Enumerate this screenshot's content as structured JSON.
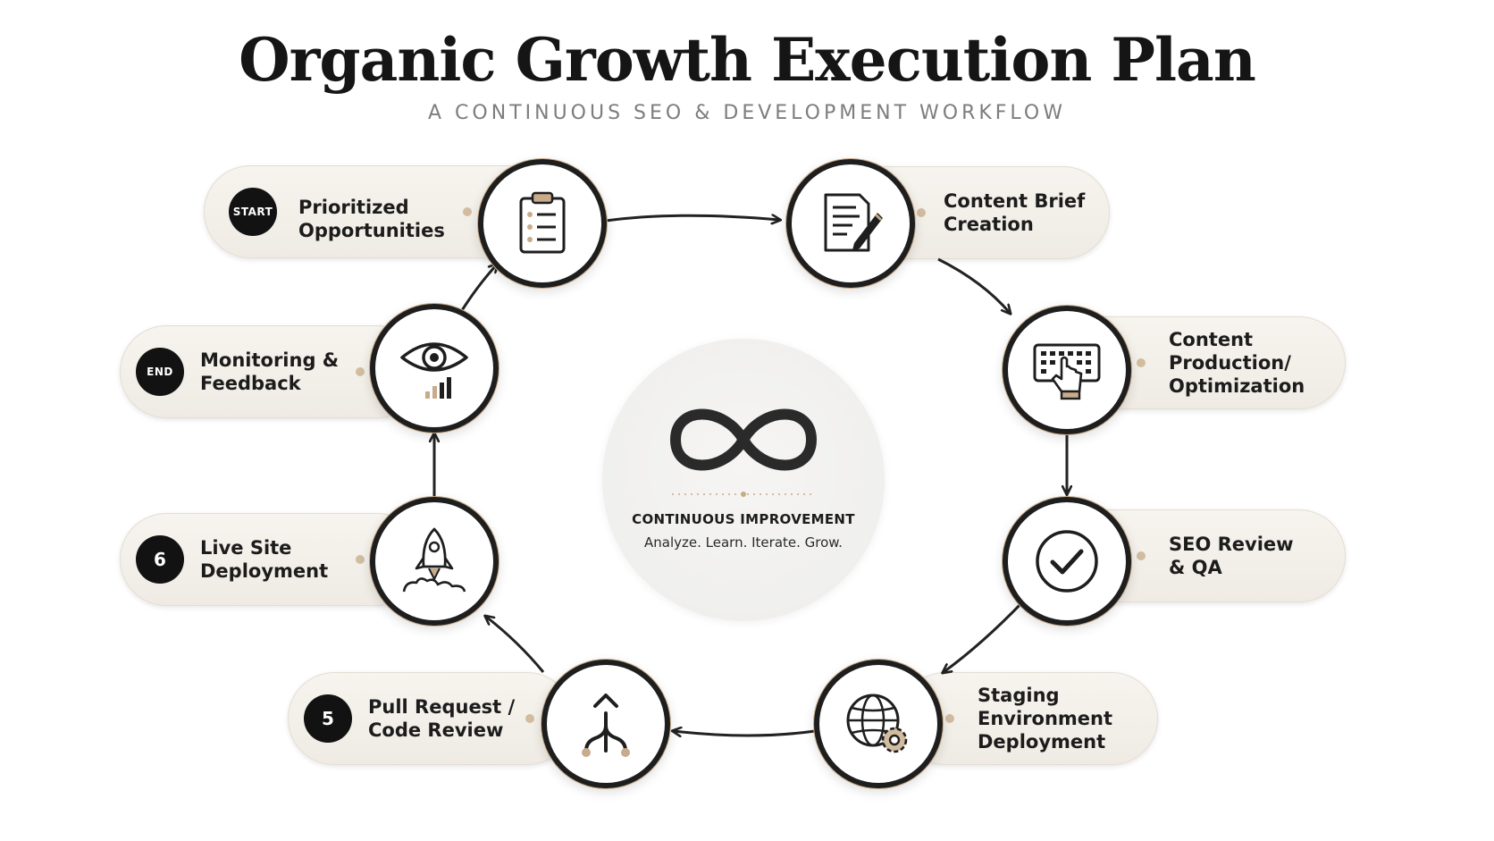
{
  "header": {
    "title": "Organic Growth Execution Plan",
    "subtitle": "A CONTINUOUS SEO & DEVELOPMENT WORKFLOW"
  },
  "center": {
    "icon": "infinity-icon",
    "title": "CONTINUOUS IMPROVEMENT",
    "subtitle": "Analyze. Learn. Iterate. Grow."
  },
  "steps": [
    {
      "badge": "START",
      "label": "Prioritized\nOpportunities",
      "icon": "clipboard-checklist-icon"
    },
    {
      "badge": "",
      "label": "Content Brief\nCreation",
      "icon": "document-pencil-icon"
    },
    {
      "badge": "",
      "label": "Content\nProduction/\nOptimization",
      "icon": "keyboard-hand-icon"
    },
    {
      "badge": "",
      "label": "SEO Review\n& QA",
      "icon": "checkmark-circle-icon"
    },
    {
      "badge": "",
      "label": "Staging\nEnvironment\nDeployment",
      "icon": "globe-gear-icon"
    },
    {
      "badge": "5",
      "label": "Pull Request /\nCode Review",
      "icon": "merge-arrows-icon"
    },
    {
      "badge": "6",
      "label": "Live Site\nDeployment",
      "icon": "rocket-icon"
    },
    {
      "badge": "END",
      "label": "Monitoring &\nFeedback",
      "icon": "eye-chart-icon"
    }
  ],
  "colors": {
    "accent": "#c8ab8a",
    "dark": "#1e1e1e",
    "pill": "#f2eee8"
  }
}
